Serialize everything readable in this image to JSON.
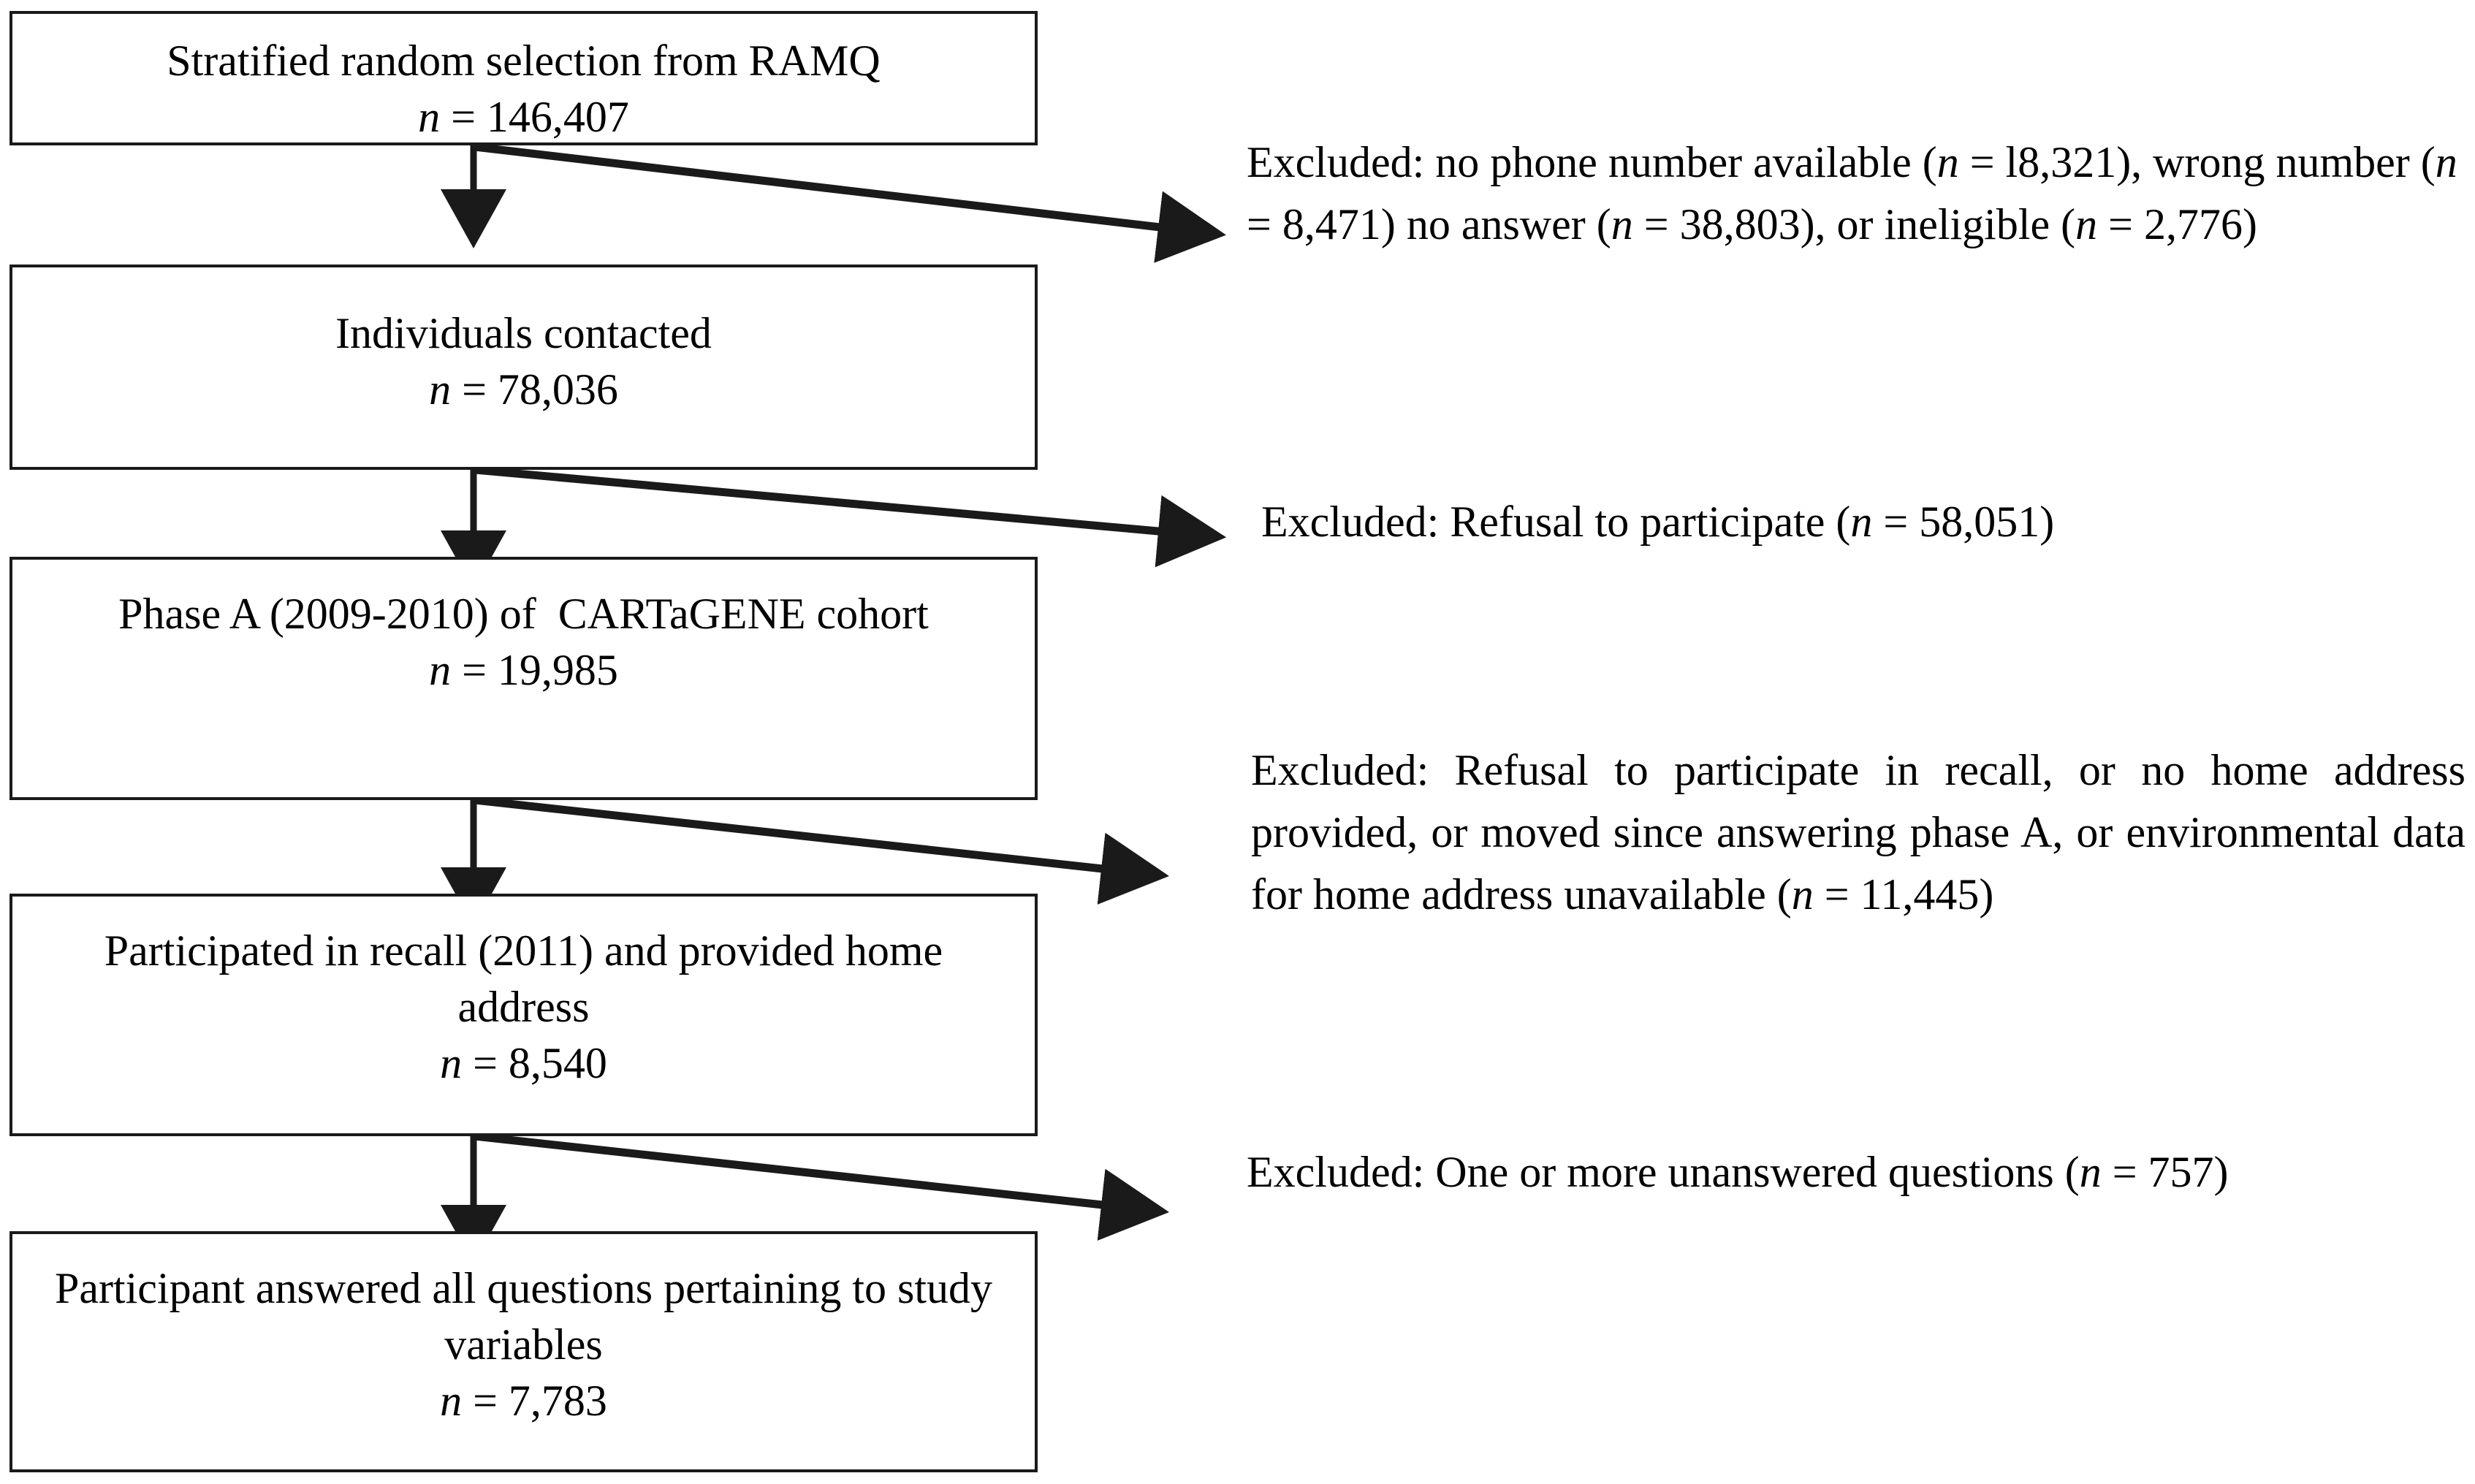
{
  "figure": {
    "type": "participant-flow-diagram",
    "title": "Study participant selection flow",
    "line_color": "#1a1a1a",
    "background_color": "#ffffff",
    "text_color": "#000000"
  },
  "boxes": [
    {
      "id": "stratified-random-selection",
      "label": "Stratified random selection from RAMQ",
      "count_prefix": "n",
      "count_equals": " = ",
      "count_value": "146,407"
    },
    {
      "id": "individuals-contacted",
      "label": "Individuals contacted",
      "count_prefix": "n",
      "count_equals": " = ",
      "count_value": "78,036"
    },
    {
      "id": "phase-a-cartagene-cohort",
      "label": "Phase A (2009-2010) of  CARTaGENE cohort",
      "count_prefix": "n",
      "count_equals": " = ",
      "count_value": "19,985"
    },
    {
      "id": "participated-in-recall",
      "label": "Participated in recall (2011) and provided home address",
      "count_prefix": "n",
      "count_equals": " = ",
      "count_value": "8,540"
    },
    {
      "id": "answered-all-questions",
      "label": "Participant answered all questions pertaining to study variables",
      "count_prefix": "n",
      "count_equals": " = ",
      "count_value": "7,783"
    }
  ],
  "exclusions": [
    {
      "id": "exclusion-no-phone",
      "segments": [
        {
          "text": "Excluded: no phone number available ("
        },
        {
          "text": "n",
          "italic": true
        },
        {
          "text": " = l8,321), wrong number ("
        },
        {
          "text": "n",
          "italic": true
        },
        {
          "text": " = 8,471) no answer ("
        },
        {
          "text": "n",
          "italic": true
        },
        {
          "text": " = 38,803), or ineligible ("
        },
        {
          "text": "n",
          "italic": true
        },
        {
          "text": " = 2,776)"
        }
      ],
      "plain_text": "Excluded: no phone number available (n = l8,321), wrong number (n = 8,471) no answer (n = 38,803), or ineligible (n = 2,776)",
      "counts": {
        "no_phone_number_available": "l8,321",
        "wrong_number": "8,471",
        "no_answer": "38,803",
        "ineligible": "2,776"
      }
    },
    {
      "id": "exclusion-refusal-participate",
      "segments": [
        {
          "text": "Excluded: Refusal to participate ("
        },
        {
          "text": "n",
          "italic": true
        },
        {
          "text": " = 58,051)"
        }
      ],
      "plain_text": "Excluded: Refusal to participate (n = 58,051)",
      "counts": {
        "refusal_to_participate": "58,051"
      }
    },
    {
      "id": "exclusion-recall-refusal",
      "segments": [
        {
          "text": "Excluded: Refusal to participate in recall, or no home address provided, or moved since answering phase A, or environmental data for home address unavailable ("
        },
        {
          "text": "n",
          "italic": true
        },
        {
          "text": " = 11,445)"
        }
      ],
      "plain_text": "Excluded: Refusal to participate in recall, or no home address provided, or moved since answering phase A, or environmental data for home address unavailable (n = 11,445)",
      "counts": {
        "total_excluded": "11,445"
      }
    },
    {
      "id": "exclusion-unanswered-questions",
      "segments": [
        {
          "text": "Excluded: One or more unanswered questions ("
        },
        {
          "text": "n",
          "italic": true
        },
        {
          "text": " = 757)"
        }
      ],
      "plain_text": "Excluded: One or more unanswered questions (n = 757)",
      "counts": {
        "unanswered_questions": "757"
      }
    }
  ],
  "connectors": [
    {
      "id": "connector-1",
      "kind": "down-arrow",
      "from": "stratified-random-selection",
      "to": "individuals-contacted"
    },
    {
      "id": "connector-2",
      "kind": "down-arrow",
      "from": "individuals-contacted",
      "to": "phase-a-cartagene-cohort"
    },
    {
      "id": "connector-3",
      "kind": "down-arrow",
      "from": "phase-a-cartagene-cohort",
      "to": "participated-in-recall"
    },
    {
      "id": "connector-4",
      "kind": "down-arrow",
      "from": "participated-in-recall",
      "to": "answered-all-questions"
    },
    {
      "id": "branch-1",
      "kind": "diagonal-arrow",
      "from": "stratified-random-selection",
      "to": "exclusion-no-phone"
    },
    {
      "id": "branch-2",
      "kind": "diagonal-arrow",
      "from": "individuals-contacted",
      "to": "exclusion-refusal-participate"
    },
    {
      "id": "branch-3",
      "kind": "diagonal-arrow",
      "from": "phase-a-cartagene-cohort",
      "to": "exclusion-recall-refusal"
    },
    {
      "id": "branch-4",
      "kind": "diagonal-arrow",
      "from": "participated-in-recall",
      "to": "exclusion-unanswered-questions"
    }
  ]
}
